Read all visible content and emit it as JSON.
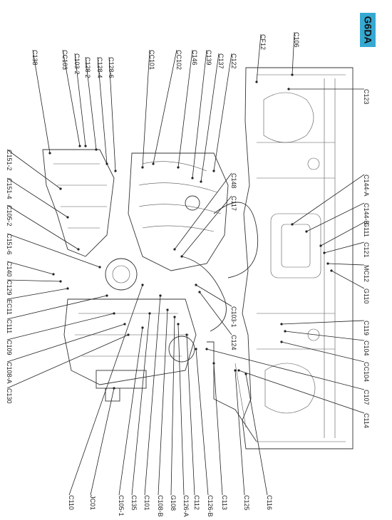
{
  "badge": {
    "text": "G6DA",
    "color": "#36a9d2"
  },
  "connectors": [
    "C138",
    "CC103",
    "C103-2",
    "C128-2",
    "C128-4",
    "C128-6",
    "CC101",
    "CC102",
    "C146",
    "C139",
    "C137",
    "C122",
    "CF12",
    "C106",
    "C123",
    "C151-2",
    "C151-4",
    "C105-2",
    "C151-6",
    "C140",
    "C129",
    "EC11",
    "C111",
    "C109",
    "C108-A",
    "C130",
    "C148",
    "C117",
    "C144-A",
    "C144-B",
    "G111",
    "C121",
    "MC12",
    "G110",
    "C119",
    "C104",
    "CC104",
    "C107",
    "C114",
    "C103-1",
    "C124",
    "C110",
    "JC01",
    "C105-1",
    "C135",
    "C101",
    "C108-B",
    "G108",
    "C126-A",
    "C112",
    "C126-B",
    "C113",
    "C125",
    "C116"
  ]
}
